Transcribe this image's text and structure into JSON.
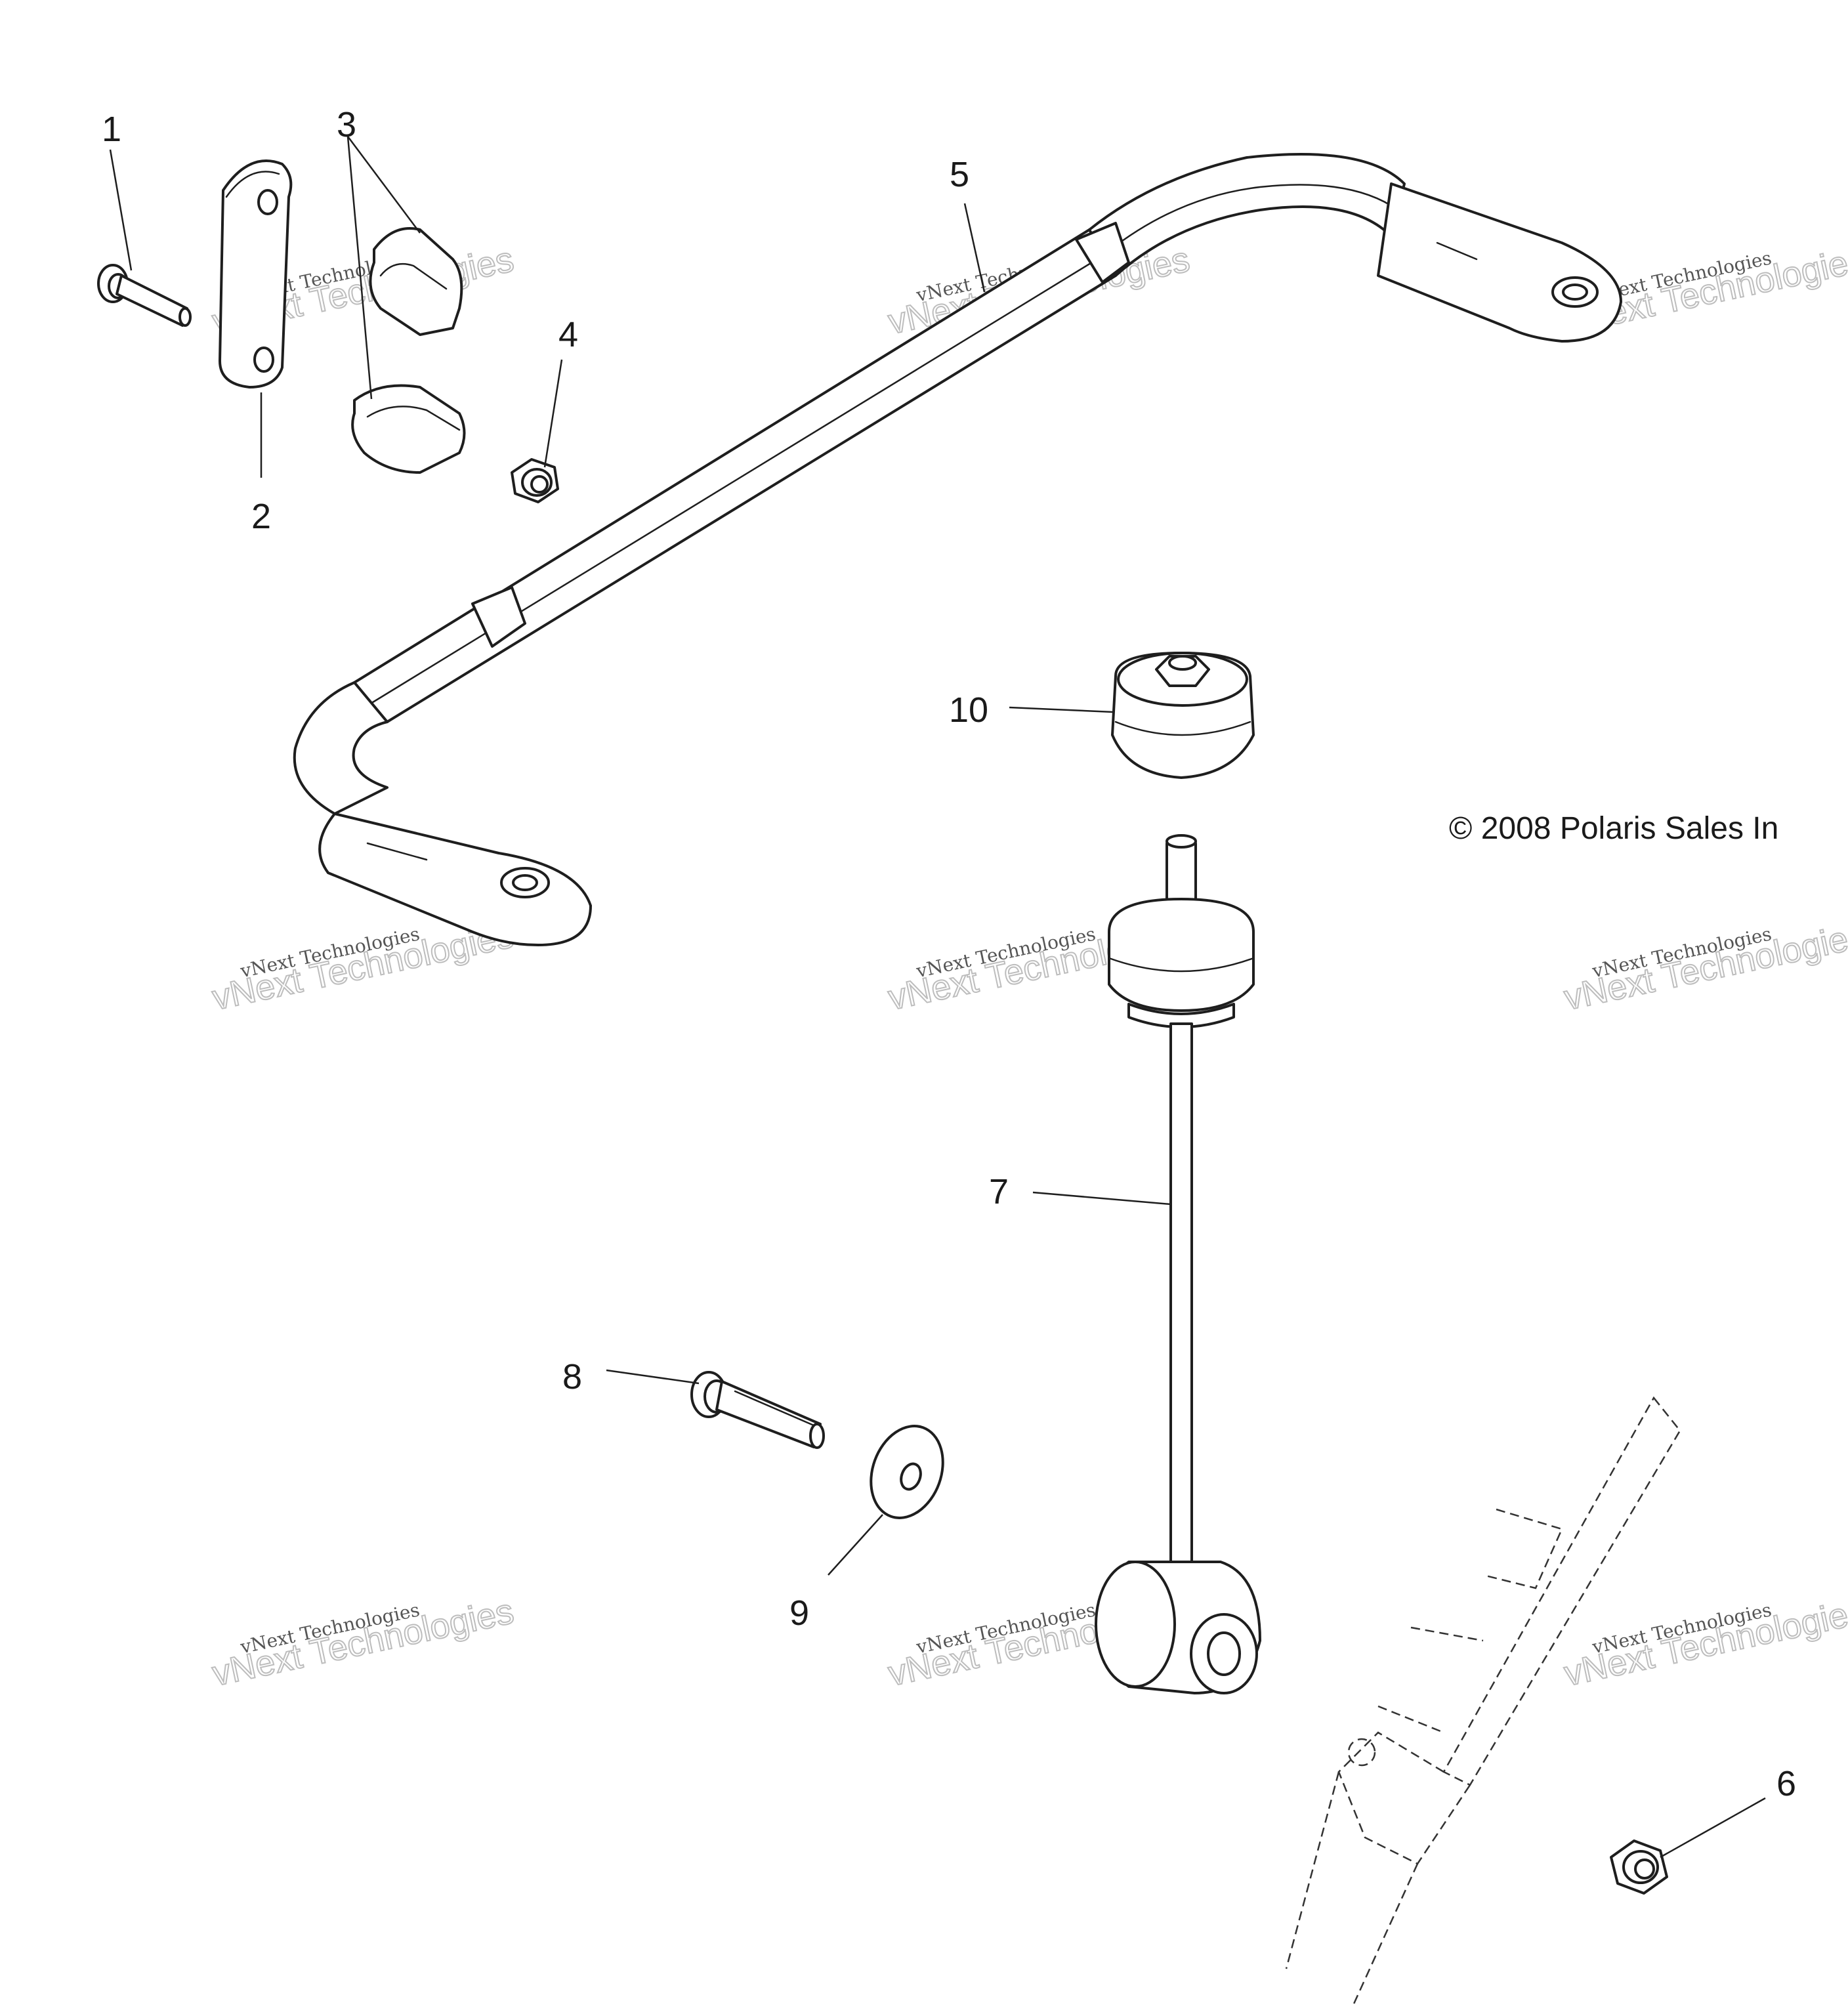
{
  "callouts": {
    "c1": "1",
    "c2": "2",
    "c3": "3",
    "c4": "4",
    "c5": "5",
    "c6": "6",
    "c7": "7",
    "c8": "8",
    "c9": "9",
    "c10": "10"
  },
  "copyright": "© 2008 Polaris Sales In",
  "watermark": {
    "line1": "vNext Technologies",
    "line2": "vNext Technologies"
  }
}
